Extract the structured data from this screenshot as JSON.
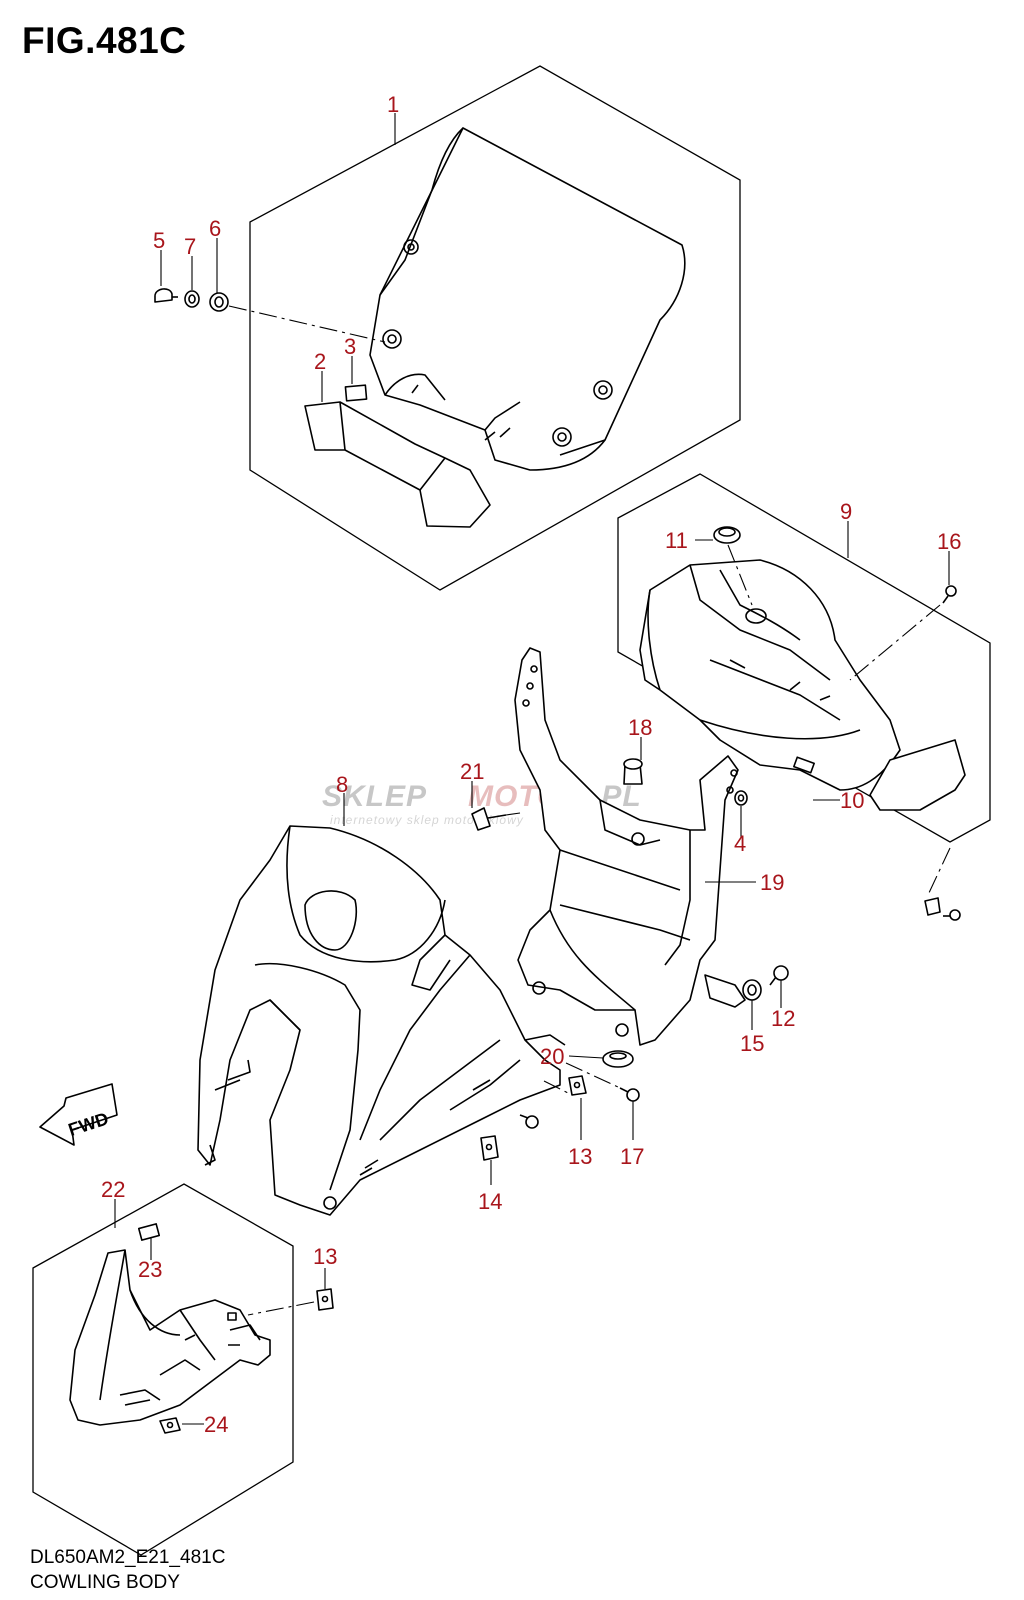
{
  "figure": {
    "title": "FIG.481C",
    "model_code": "DL650AM2_E21_481C",
    "name": "COWLING BODY"
  },
  "fwd_arrow": "FWD",
  "watermark": {
    "brand_a": "SKLEP",
    "brand_b": "MOTO",
    "brand_c": ".PL",
    "tagline": "internetowy sklep motocyklowy"
  },
  "callouts": [
    "1",
    "2",
    "3",
    "4",
    "5",
    "6",
    "7",
    "8",
    "9",
    "10",
    "11",
    "12",
    "13",
    "13",
    "14",
    "15",
    "16",
    "17",
    "18",
    "19",
    "20",
    "21",
    "22",
    "23",
    "24"
  ],
  "colors": {
    "callout": "#a8151b",
    "line": "#000000"
  }
}
